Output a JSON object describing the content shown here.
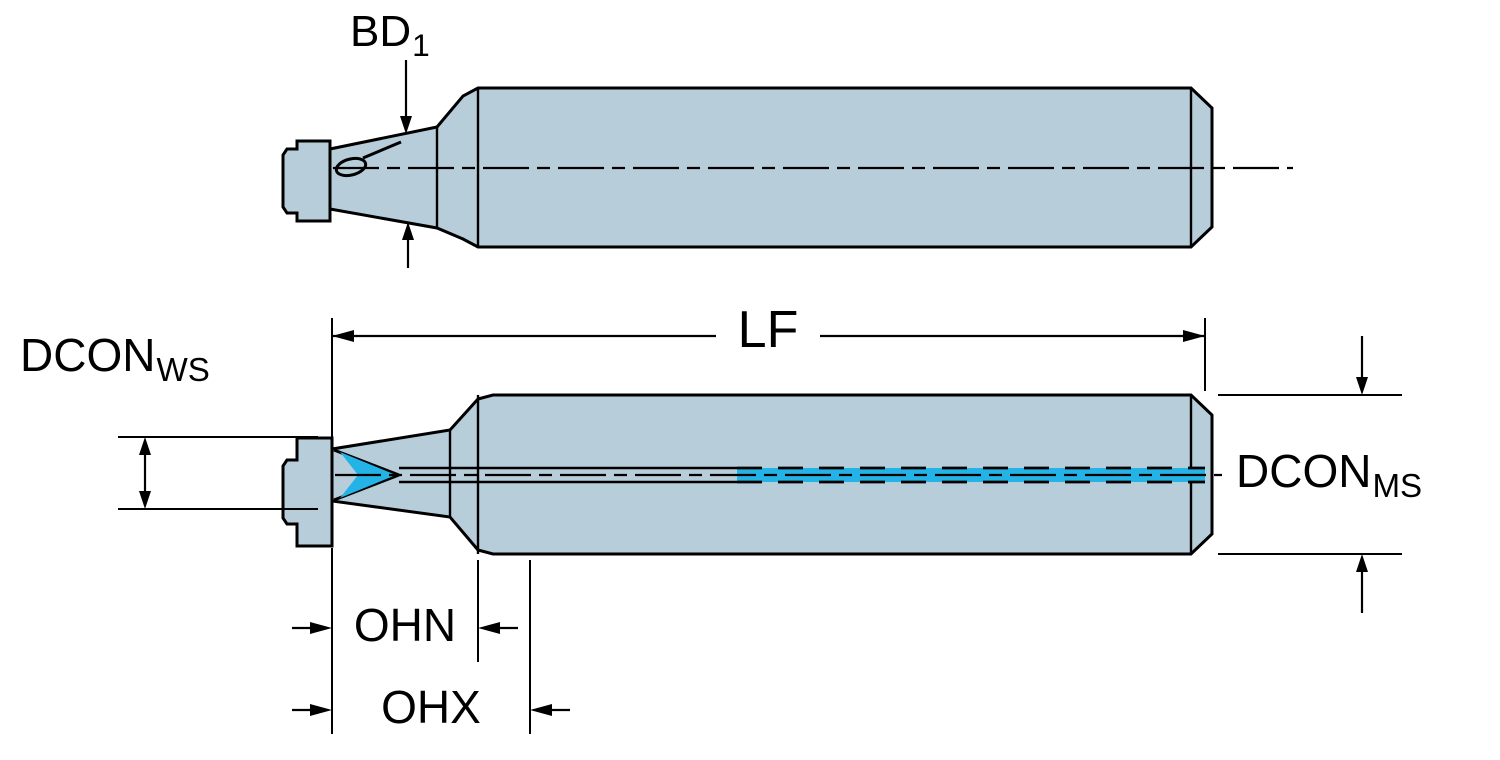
{
  "diagram": {
    "labels": {
      "bd1": {
        "main": "BD",
        "sub": "1"
      },
      "lf": {
        "main": "LF"
      },
      "dcon_ws": {
        "main": "DCON",
        "sub": "WS"
      },
      "dcon_ms": {
        "main": "DCON",
        "sub": "MS"
      },
      "ohn": {
        "main": "OHN"
      },
      "ohx": {
        "main": "OHX"
      }
    },
    "colors": {
      "body_fill": "#b7cdda",
      "outline": "#000000",
      "coolant": "#24b3e6",
      "background": "#ffffff"
    }
  }
}
